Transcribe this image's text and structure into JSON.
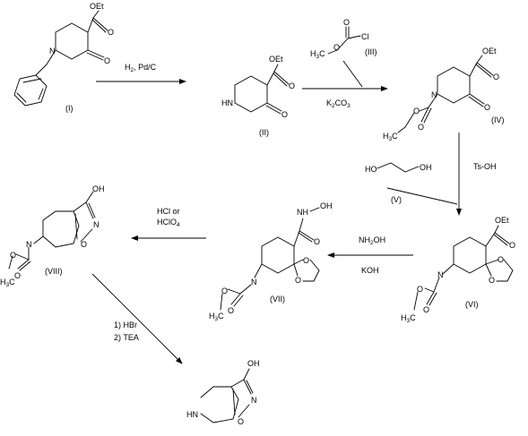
{
  "atoms": {
    "oet": "OEt",
    "o": "O",
    "n": "N",
    "hn": "HN",
    "cl": "Cl",
    "h3c": "H",
    "h3c_sub": "3",
    "h3c_c": "C",
    "oh": "OH",
    "nh": "NH",
    "n_iso": "N",
    "o_iso": "O"
  },
  "compounds": {
    "I": "(I)",
    "II": "(II)",
    "III": "(III)",
    "IV": "(IV)",
    "V": "(V)",
    "VI": "(VI)",
    "VII": "(VII)",
    "VIII": "(VIII)"
  },
  "reagents": {
    "step1_h": "H",
    "step1_sub": "2",
    "step1_rest": ", Pd/C",
    "step2_k": "K",
    "step2_sub1": "2",
    "step2_co": "CO",
    "step2_sub2": "3",
    "step3": "Ts-OH",
    "step4_a": "NH",
    "step4_sub": "2",
    "step4_b": "OH",
    "step4_base": "KOH",
    "step5_a": "HCl or",
    "step5_b": "HClO",
    "step5_sub": "4",
    "step6_a": "1)  HBr",
    "step6_b": "2)  TEA"
  }
}
